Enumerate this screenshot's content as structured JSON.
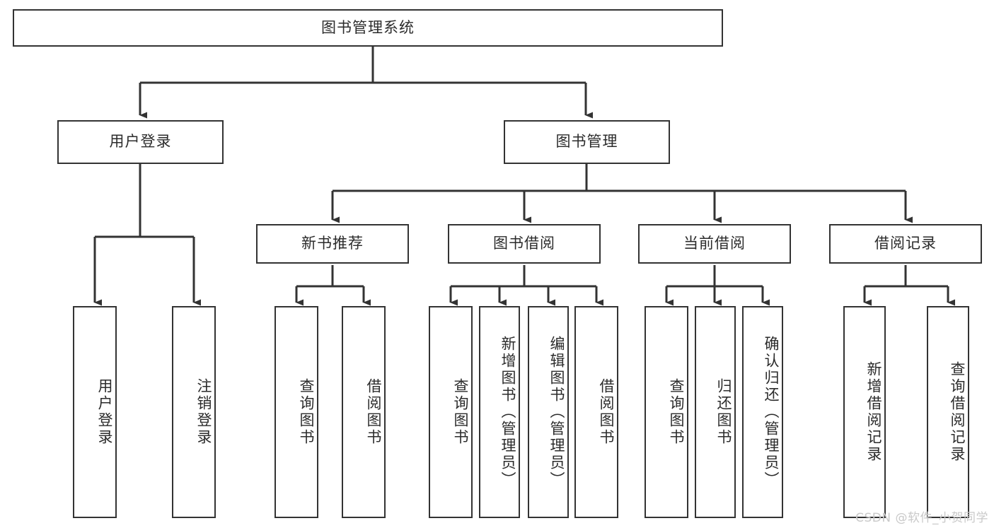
{
  "diagram": {
    "title": "图书管理系统",
    "type": "tree-hierarchy-diagram",
    "colors": {
      "stroke": "#333333",
      "fill": "#ffffff",
      "text": "#2b2b2b",
      "watermark": "#c9c9c9"
    },
    "root": {
      "label": "图书管理系统"
    },
    "level2": [
      {
        "label": "用户登录"
      },
      {
        "label": "图书管理"
      }
    ],
    "level3": [
      {
        "label": "新书推荐"
      },
      {
        "label": "图书借阅"
      },
      {
        "label": "当前借阅"
      },
      {
        "label": "借阅记录"
      }
    ],
    "leaves": {
      "user_login": [
        {
          "label": "用户登录"
        },
        {
          "label": "注销登录"
        }
      ],
      "new_book_recommend": [
        {
          "label": "查询图书"
        },
        {
          "label": "借阅图书"
        }
      ],
      "book_borrow": [
        {
          "label": "查询图书"
        },
        {
          "label": "新增图书（管理员）"
        },
        {
          "label": "编辑图书（管理员）"
        },
        {
          "label": "借阅图书"
        }
      ],
      "current_borrow": [
        {
          "label": "查询图书"
        },
        {
          "label": "归还图书"
        },
        {
          "label": "确认归还（管理员）"
        }
      ],
      "borrow_record": [
        {
          "label": "新增借阅记录"
        },
        {
          "label": "查询借阅记录"
        }
      ]
    },
    "watermark": "CSDN @软件_小贺同学"
  }
}
